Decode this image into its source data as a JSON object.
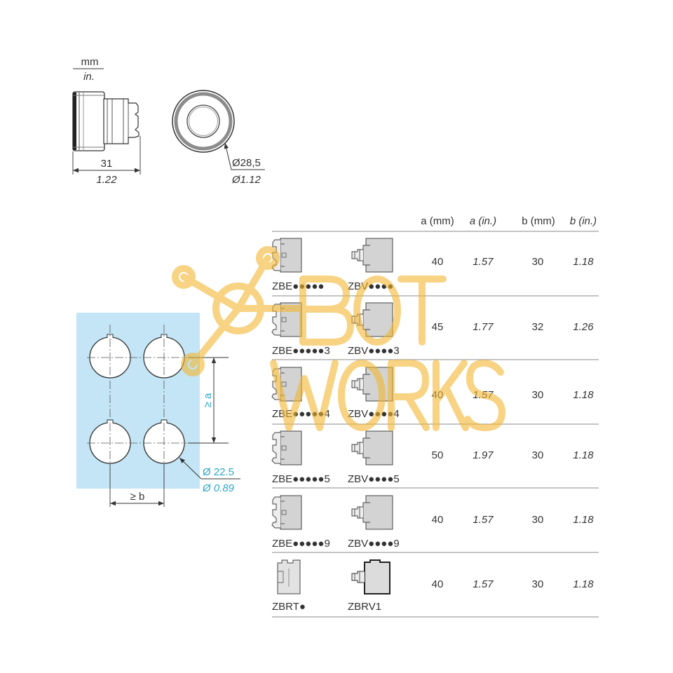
{
  "units": {
    "primary": "mm",
    "secondary": "in."
  },
  "side_view": {
    "length_mm": "31",
    "length_in": "1.22"
  },
  "front_view": {
    "diameter_mm": "Ø28,5",
    "diameter_in": "Ø1.12"
  },
  "panel_cutout": {
    "spacing_a": "≥ a",
    "spacing_b": "≥ b",
    "hole_diameter_mm": "Ø 22.5",
    "hole_diameter_in": "Ø 0.89",
    "panel_color": "#c3e5f5",
    "dimension_color": "#2aa6cc"
  },
  "table": {
    "headers": {
      "a_mm": "a (mm)",
      "a_in": "a (in.)",
      "b_mm": "b (mm)",
      "b_in": "b (in.)"
    },
    "rows": [
      {
        "left_ref": "ZBE●●●●●",
        "right_ref": "ZBV●●●●",
        "a_mm": "40",
        "a_in": "1.57",
        "b_mm": "30",
        "b_in": "1.18"
      },
      {
        "left_ref": "ZBE●●●●●3",
        "right_ref": "ZBV●●●●3",
        "a_mm": "45",
        "a_in": "1.77",
        "b_mm": "32",
        "b_in": "1.26"
      },
      {
        "left_ref": "ZBE●●●●●4",
        "right_ref": "ZBV●●●●4",
        "a_mm": "40",
        "a_in": "1.57",
        "b_mm": "30",
        "b_in": "1.18"
      },
      {
        "left_ref": "ZBE●●●●●5",
        "right_ref": "ZBV●●●●5",
        "a_mm": "50",
        "a_in": "1.97",
        "b_mm": "30",
        "b_in": "1.18"
      },
      {
        "left_ref": "ZBE●●●●●9",
        "right_ref": "ZBV●●●●9",
        "a_mm": "40",
        "a_in": "1.57",
        "b_mm": "30",
        "b_in": "1.18"
      },
      {
        "left_ref": "ZBRT●",
        "right_ref": "ZBRV1",
        "a_mm": "40",
        "a_in": "1.57",
        "b_mm": "30",
        "b_in": "1.18"
      }
    ]
  },
  "watermark": {
    "lines": [
      "BOT",
      "WORKS"
    ],
    "color": "#f2b731"
  }
}
